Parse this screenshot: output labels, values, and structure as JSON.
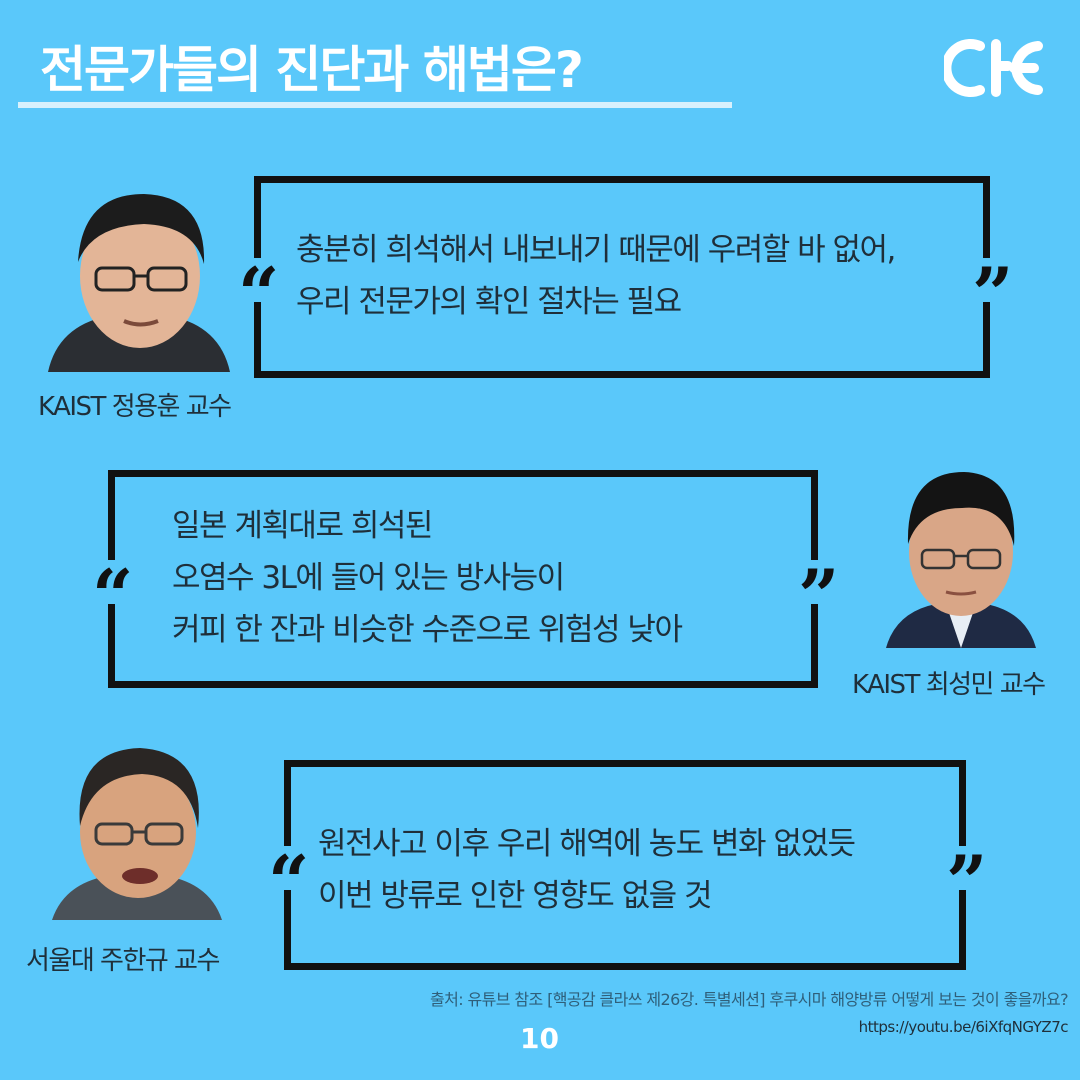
{
  "header": {
    "title": "전문가들의  진단과 해법은?",
    "logo_text": "CFE"
  },
  "quotes": [
    {
      "lines": [
        "충분히 희석해서 내보내기 때문에 우려할 바 없어,",
        "우리 전문가의 확인 절차는 필요"
      ],
      "speaker": "KAIST 정용훈 교수"
    },
    {
      "lines": [
        "일본 계획대로 희석된",
        "오염수 3L에 들어 있는 방사능이",
        "커피 한 잔과 비슷한 수준으로 위험성 낮아"
      ],
      "speaker": "KAIST 최성민 교수"
    },
    {
      "lines": [
        "원전사고 이후 우리 해역에 농도 변화 없었듯",
        "이번 방류로 인한 영향도 없을 것"
      ],
      "speaker": "서울대 주한규 교수"
    }
  ],
  "quote_marks": {
    "open": "“",
    "close": "”"
  },
  "footer": {
    "source": "출처: 유튜브 참조 [핵공감 클라쓰 제26강. 특별세션] 후쿠시마 해양방류 어떻게 보는 것이 좋을까요?",
    "url": "https://youtu.be/6iXfqNGYZ7c",
    "page_number": "10"
  },
  "colors": {
    "background": "#5ac8fa",
    "title": "#ffffff",
    "box_border": "#111111",
    "text": "#1f2f3a"
  }
}
